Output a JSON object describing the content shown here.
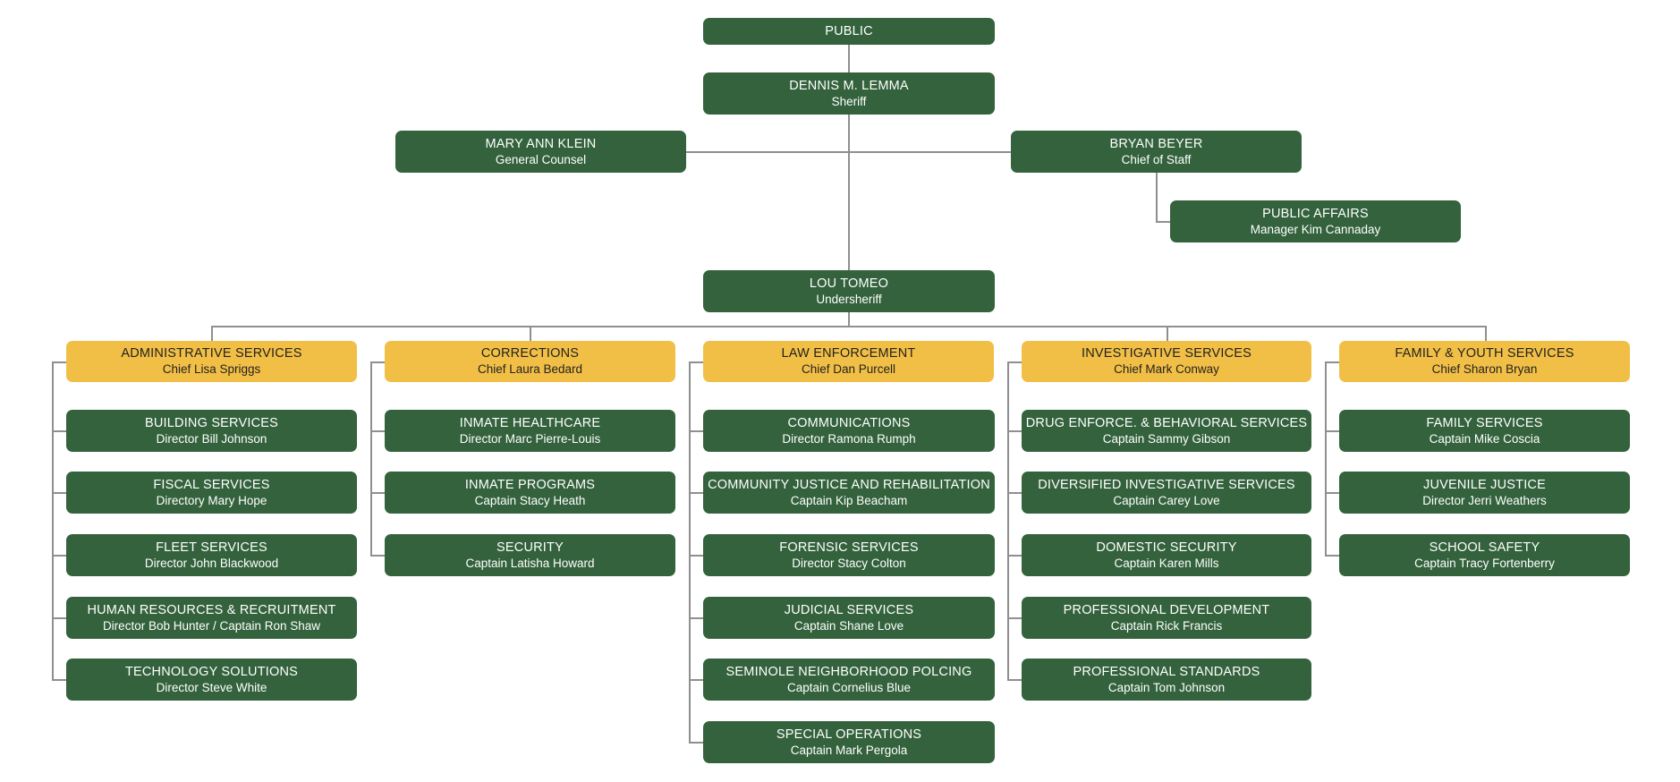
{
  "colors": {
    "box_dark": "#33623c",
    "box_division": "#f2bf46",
    "connector": "#8f8f8f"
  },
  "top": {
    "public": {
      "name": "PUBLIC"
    },
    "sheriff": {
      "name": "DENNIS M. LEMMA",
      "title": "Sheriff"
    },
    "general_counsel": {
      "name": "MARY ANN KLEIN",
      "title": "General Counsel"
    },
    "chief_of_staff": {
      "name": "BRYAN BEYER",
      "title": "Chief of Staff"
    },
    "public_affairs": {
      "name": "PUBLIC AFFAIRS",
      "title": "Manager Kim Cannaday"
    },
    "undersheriff": {
      "name": "LOU TOMEO",
      "title": "Undersheriff"
    }
  },
  "divisions": [
    {
      "name": "ADMINISTRATIVE SERVICES",
      "title": "Chief Lisa Spriggs",
      "units": [
        {
          "name": "BUILDING SERVICES",
          "title": "Director Bill Johnson"
        },
        {
          "name": "FISCAL SERVICES",
          "title": "Directory Mary Hope"
        },
        {
          "name": "FLEET SERVICES",
          "title": "Director John Blackwood"
        },
        {
          "name": "HUMAN RESOURCES & RECRUITMENT",
          "title": "Director Bob Hunter / Captain Ron Shaw"
        },
        {
          "name": "TECHNOLOGY SOLUTIONS",
          "title": "Director Steve White"
        }
      ]
    },
    {
      "name": "CORRECTIONS",
      "title": "Chief Laura Bedard",
      "units": [
        {
          "name": "INMATE HEALTHCARE",
          "title": "Director Marc Pierre-Louis"
        },
        {
          "name": "INMATE PROGRAMS",
          "title": "Captain Stacy Heath"
        },
        {
          "name": "SECURITY",
          "title": "Captain Latisha Howard"
        }
      ]
    },
    {
      "name": "LAW ENFORCEMENT",
      "title": "Chief Dan Purcell",
      "units": [
        {
          "name": "COMMUNICATIONS",
          "title": "Director Ramona Rumph"
        },
        {
          "name": "COMMUNITY JUSTICE AND REHABILITATION",
          "title": "Captain Kip Beacham"
        },
        {
          "name": "FORENSIC SERVICES",
          "title": "Director Stacy Colton"
        },
        {
          "name": "JUDICIAL SERVICES",
          "title": "Captain Shane Love"
        },
        {
          "name": "SEMINOLE NEIGHBORHOOD POLCING",
          "title": "Captain Cornelius Blue"
        },
        {
          "name": "SPECIAL OPERATIONS",
          "title": "Captain Mark Pergola"
        }
      ]
    },
    {
      "name": "INVESTIGATIVE SERVICES",
      "title": "Chief Mark Conway",
      "units": [
        {
          "name": "DRUG ENFORCE. & BEHAVIORAL SERVICES",
          "title": "Captain Sammy Gibson"
        },
        {
          "name": "DIVERSIFIED INVESTIGATIVE SERVICES",
          "title": "Captain Carey Love"
        },
        {
          "name": "DOMESTIC SECURITY",
          "title": "Captain Karen Mills"
        },
        {
          "name": "PROFESSIONAL DEVELOPMENT",
          "title": "Captain Rick Francis"
        },
        {
          "name": "PROFESSIONAL STANDARDS",
          "title": "Captain Tom Johnson"
        }
      ]
    },
    {
      "name": "FAMILY & YOUTH SERVICES",
      "title": "Chief Sharon Bryan",
      "units": [
        {
          "name": "FAMILY SERVICES",
          "title": "Captain Mike Coscia"
        },
        {
          "name": "JUVENILE JUSTICE",
          "title": "Director Jerri Weathers"
        },
        {
          "name": "SCHOOL SAFETY",
          "title": "Captain Tracy Fortenberry"
        }
      ]
    }
  ]
}
